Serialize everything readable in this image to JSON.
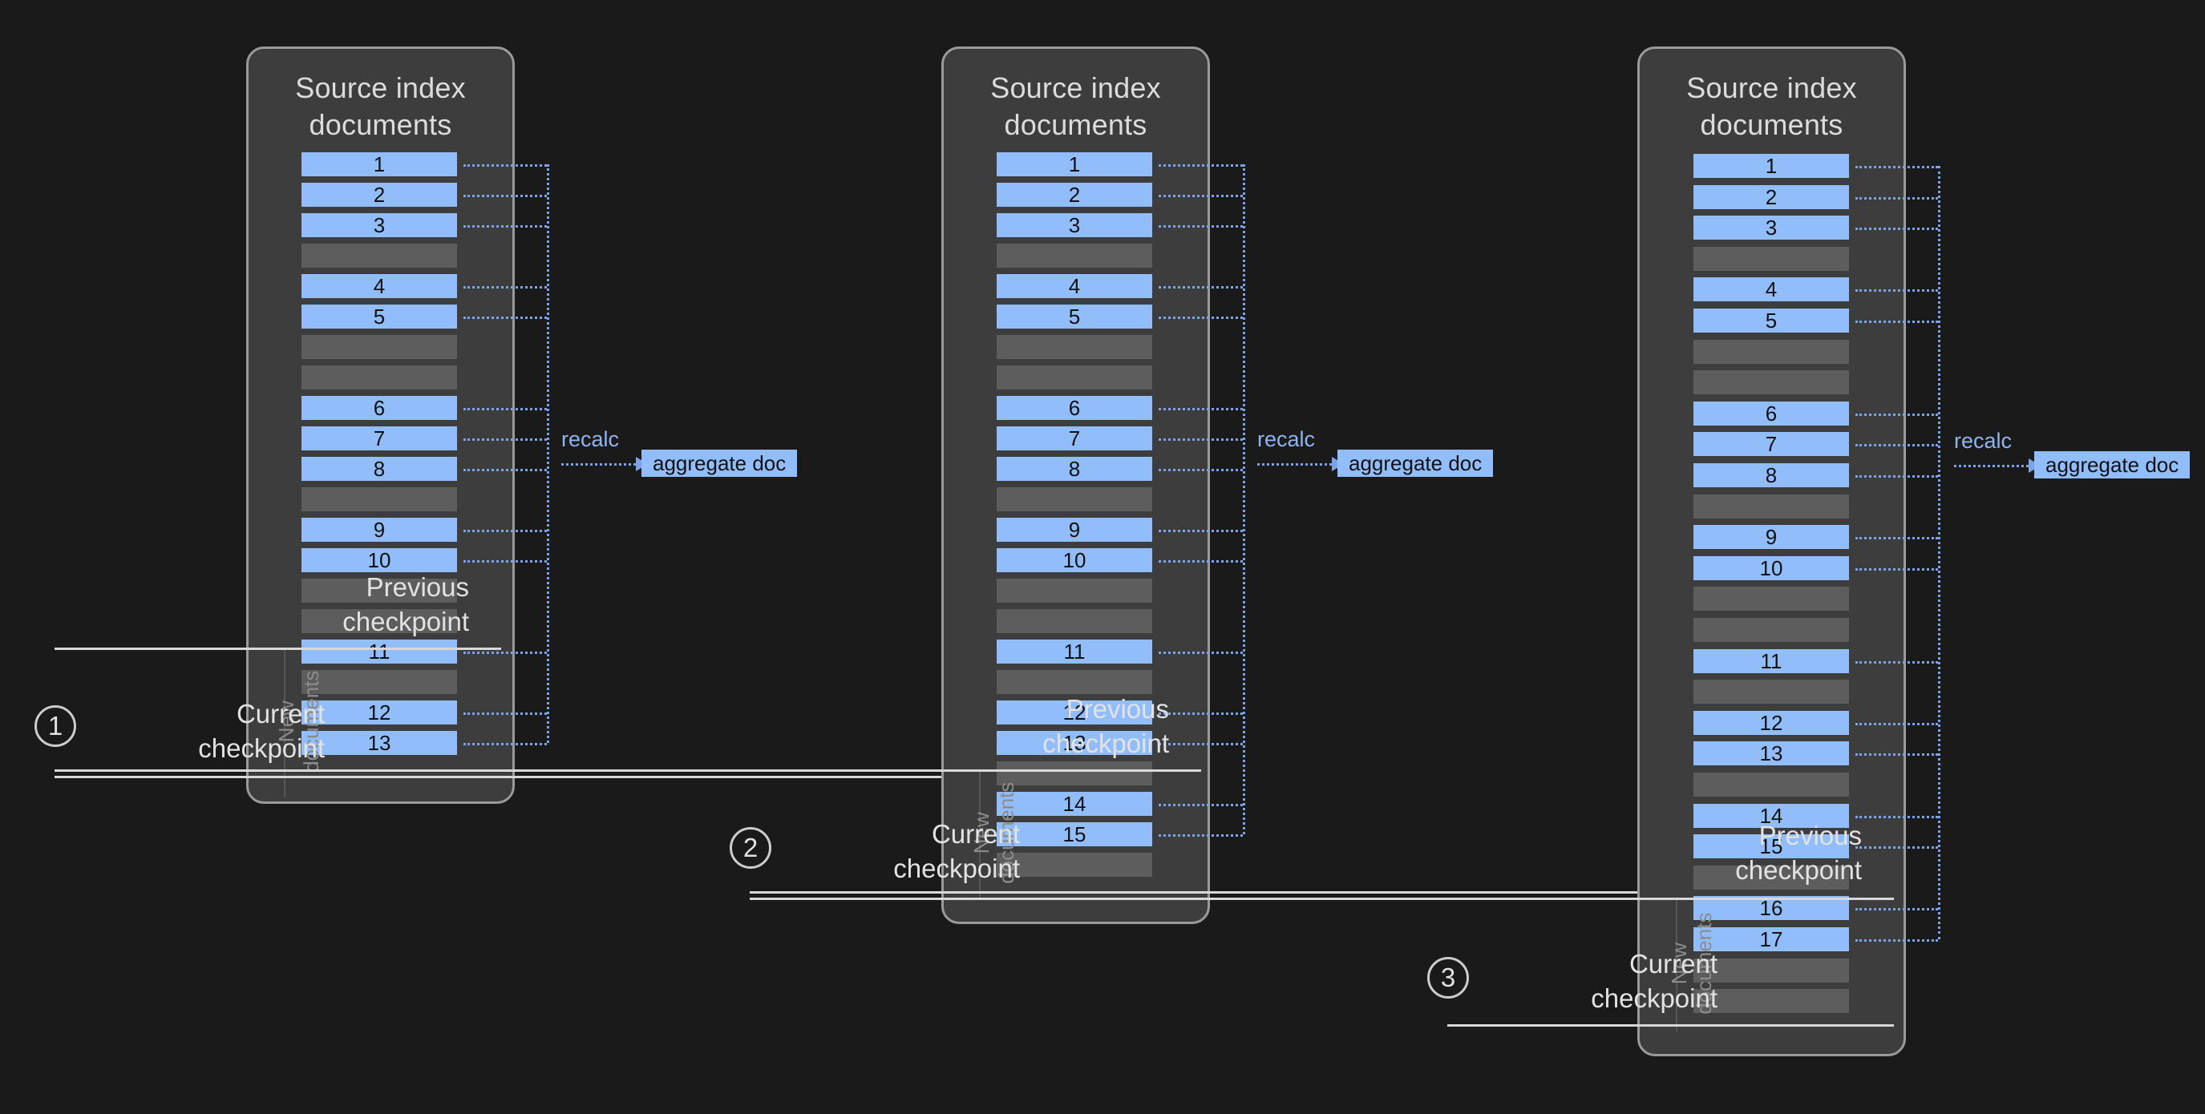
{
  "diagram": {
    "title_text": "Source index\ndocuments",
    "recalc_label": "recalc",
    "aggregate_label": "aggregate doc",
    "new_documents_label": "New\ndocuments",
    "previous_checkpoint_label": "Previous\ncheckpoint",
    "current_checkpoint_label": "Current\ncheckpoint",
    "colors": {
      "background": "#1a1a1a",
      "panel_fill": "#3d3d3d",
      "panel_border": "#9a9a9a",
      "doc_row": "#92bdfb",
      "empty_row": "#5d5d5d",
      "leader_line": "#7ba4e8",
      "checkpoint_line": "#d8d8d8",
      "text_light": "#e2e2e2",
      "new_documents_text": "#8c8c8c"
    }
  },
  "stages": [
    {
      "step_number": "1",
      "title": "Source index\ndocuments",
      "recalc": "recalc",
      "aggregate": "aggregate doc",
      "previous_checkpoint": "Previous\ncheckpoint",
      "current_checkpoint": "Current\ncheckpoint",
      "new_documents": "New\ndocuments",
      "committed_rows": [
        "1",
        "2",
        "3",
        "",
        "4",
        "5",
        "",
        "",
        "6",
        "7",
        "8",
        "",
        "9",
        "10",
        "",
        ""
      ],
      "new_rows": [
        "11",
        "",
        "12",
        "13"
      ]
    },
    {
      "step_number": "2",
      "title": "Source index\ndocuments",
      "recalc": "recalc",
      "aggregate": "aggregate doc",
      "previous_checkpoint": "Previous\ncheckpoint",
      "current_checkpoint": "Current\ncheckpoint",
      "new_documents": "New\ndocuments",
      "committed_rows": [
        "1",
        "2",
        "3",
        "",
        "4",
        "5",
        "",
        "",
        "6",
        "7",
        "8",
        "",
        "9",
        "10",
        "",
        "",
        "11",
        "",
        "12",
        "13"
      ],
      "new_rows": [
        "",
        "14",
        "15",
        ""
      ]
    },
    {
      "step_number": "3",
      "title": "Source index\ndocuments",
      "recalc": "recalc",
      "aggregate": "aggregate doc",
      "previous_checkpoint": "Previous\ncheckpoint",
      "current_checkpoint": "Current\ncheckpoint",
      "new_documents": "New\ndocuments",
      "committed_rows": [
        "1",
        "2",
        "3",
        "",
        "4",
        "5",
        "",
        "",
        "6",
        "7",
        "8",
        "",
        "9",
        "10",
        "",
        "",
        "11",
        "",
        "12",
        "13",
        "",
        "14",
        "15",
        ""
      ],
      "new_rows": [
        "16",
        "17",
        "",
        ""
      ]
    }
  ]
}
